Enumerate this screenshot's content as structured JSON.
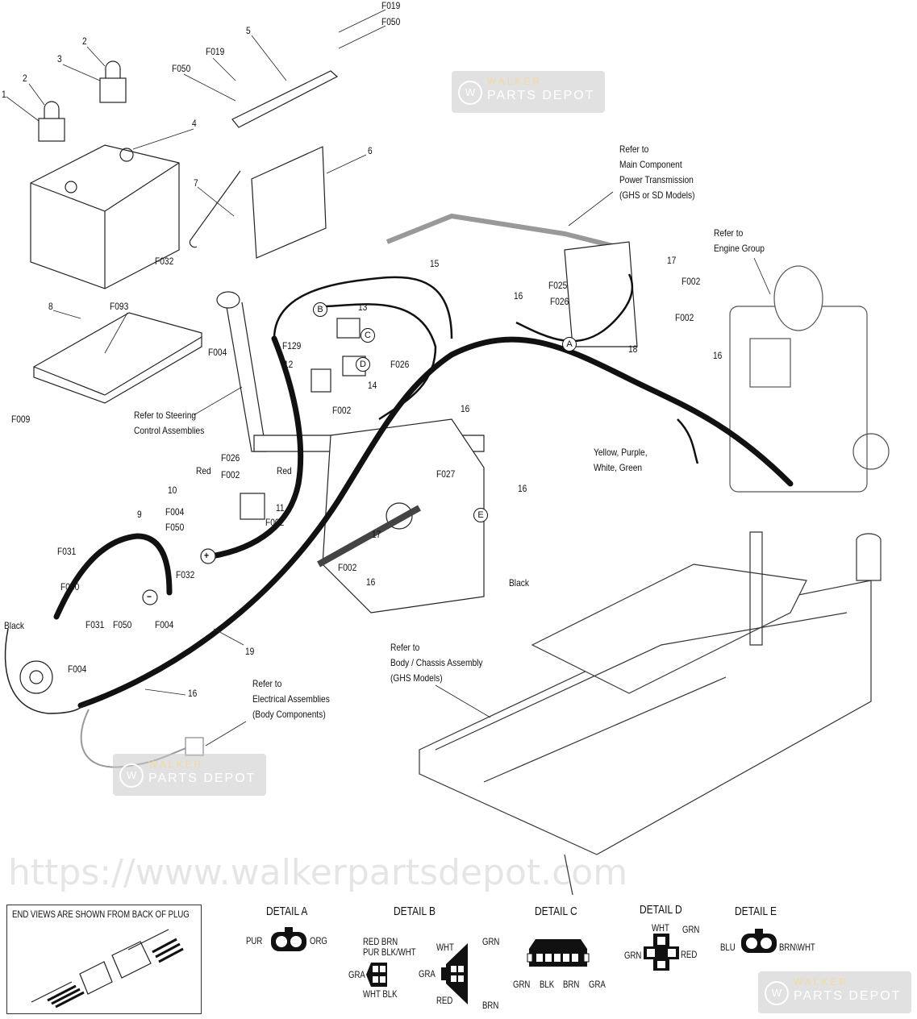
{
  "watermark": {
    "text": "https://www.walkerpartsdepot.com",
    "badge_top": "WALKER",
    "badge_bottom": "PARTS DEPOT",
    "badge_logo": "W"
  },
  "callouts": {
    "c1": "1",
    "c2a": "2",
    "c2b": "2",
    "c3": "3",
    "c4": "4",
    "c5": "5",
    "c6": "6",
    "c7": "7",
    "c8": "8",
    "c9": "9",
    "c10": "10",
    "c11": "11",
    "c12": "12",
    "c13": "13",
    "c14": "14",
    "c15": "15",
    "c16a": "16",
    "c16b": "16",
    "c16c": "16",
    "c16d": "16",
    "c16e": "16",
    "c16f": "16",
    "c17a": "17",
    "c17b": "17",
    "c18": "18",
    "c19": "19"
  },
  "fasteners": {
    "f019a": "F019",
    "f050a": "F050",
    "f019b": "F019",
    "f050b": "F050",
    "f032a": "F032",
    "f093": "F093",
    "f004a": "F004",
    "f009": "F009",
    "f129": "F129",
    "f026a": "F026",
    "f002a": "F002",
    "f025": "F025",
    "f026b": "F026",
    "f002b": "F002",
    "f002c": "F002",
    "f026c": "F026",
    "f002d": "F002",
    "f004b": "F004",
    "f050c": "F050",
    "f002e": "F002",
    "f031a": "F031",
    "f050d": "F050",
    "f032b": "F032",
    "f031b": "F031",
    "f050e": "F050",
    "f004c": "F004",
    "f004d": "F004",
    "f027": "F027",
    "f002f": "F002"
  },
  "wire_labels": {
    "red1": "Red",
    "red2": "Red",
    "black1": "Black",
    "black2": "Black",
    "plus": "+",
    "minus": "−"
  },
  "notes": {
    "main_component": [
      "Refer to",
      "Main Component",
      "Power Transmission",
      "(GHS or SD Models)"
    ],
    "engine": [
      "Refer to",
      "Engine Group"
    ],
    "steering": [
      "Refer to Steering",
      "Control Assemblies"
    ],
    "colors": [
      "Yellow, Purple,",
      "White, Green"
    ],
    "chassis": [
      "Refer to",
      "Body / Chassis Assembly",
      "(GHS Models)"
    ],
    "electrical": [
      "Refer to",
      "Electrical Assemblies",
      "(Body Components)"
    ]
  },
  "detail_markers": {
    "a": "A",
    "b": "B",
    "c": "C",
    "d": "D",
    "e": "E"
  },
  "legend": {
    "caption": "END VIEWS ARE SHOWN FROM BACK OF PLUG"
  },
  "details": {
    "a": {
      "title": "DETAIL A",
      "left": "PUR",
      "right": "ORG"
    },
    "b": {
      "title": "DETAIL B",
      "top1": "RED  BRN",
      "top2": "PUR  BLK/WHT",
      "gra1": "GRA",
      "bottom": "WHT BLK",
      "wht": "WHT",
      "grn": "GRN",
      "gra2": "GRA",
      "red": "RED",
      "brn": "BRN"
    },
    "c": {
      "title": "DETAIL C",
      "labels": [
        "GRN",
        "BLK",
        "BRN",
        "GRA"
      ]
    },
    "d": {
      "title": "DETAIL D",
      "wht": "WHT",
      "grn1": "GRN",
      "grn2": "GRN",
      "red": "RED"
    },
    "e": {
      "title": "DETAIL E",
      "left": "BLU",
      "right": "BRN\\WHT"
    }
  }
}
